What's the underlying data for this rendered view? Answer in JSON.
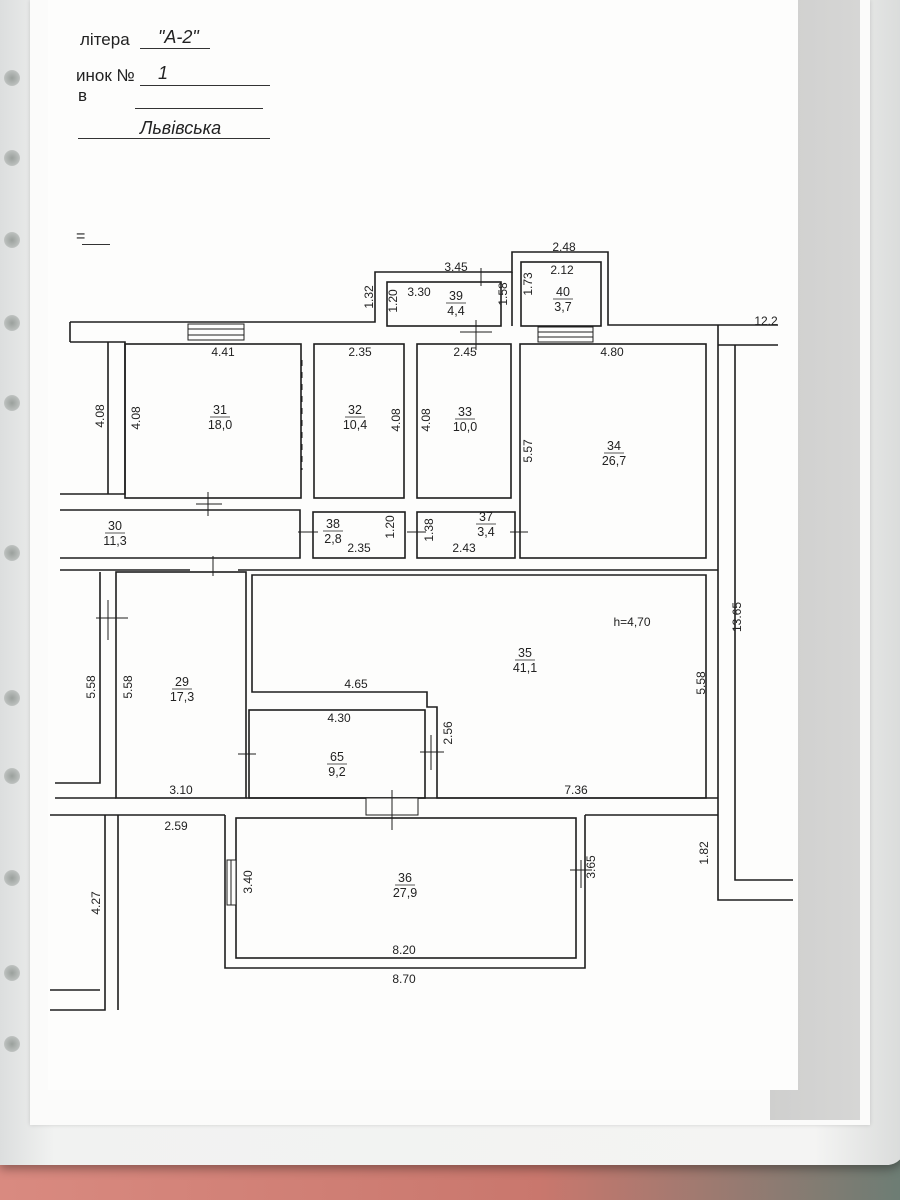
{
  "header": {
    "litera_label": "літера",
    "litera_value": "\"А-2\"",
    "nomer_label": "инок №",
    "nomer_value": "1",
    "street_prefix": "в",
    "street_value": "Львівська",
    "scale_mark": "="
  },
  "rooms": [
    {
      "id": "r31",
      "number": "31",
      "area": "18,0"
    },
    {
      "id": "r32",
      "number": "32",
      "area": "10,4"
    },
    {
      "id": "r33",
      "number": "33",
      "area": "10,0"
    },
    {
      "id": "r34",
      "number": "34",
      "area": "26,7"
    },
    {
      "id": "r30",
      "number": "30",
      "area": "11,3"
    },
    {
      "id": "r38",
      "number": "38",
      "area": "2,8"
    },
    {
      "id": "r37",
      "number": "37",
      "area": "3,4"
    },
    {
      "id": "r39",
      "number": "39",
      "area": "4,4"
    },
    {
      "id": "r40",
      "number": "40",
      "area": "3,7"
    },
    {
      "id": "r35",
      "number": "35",
      "area": "41,1"
    },
    {
      "id": "r29",
      "number": "29",
      "area": "17,3"
    },
    {
      "id": "r65",
      "number": "65",
      "area": "9,2"
    },
    {
      "id": "r36",
      "number": "36",
      "area": "27,9"
    }
  ],
  "dimensions": {
    "d_2_48": "2.48",
    "d_2_12": "2.12",
    "d_3_45": "3.45",
    "d_3_30": "3.30",
    "d_1_32": "1.32",
    "d_1_20a": "1.20",
    "d_1_58": "1.58",
    "d_1_73": "1.73",
    "d_12_2": "12.2",
    "d_4_41": "4.41",
    "d_2_35a": "2.35",
    "d_2_45": "2.45",
    "d_4_80": "4.80",
    "d_4_08a": "4.08",
    "d_4_08b": "4.08",
    "d_4_08c": "4.08",
    "d_4_08d": "4.08",
    "d_5_57": "5.57",
    "d_1_20b": "1.20",
    "d_1_38": "1.38",
    "d_2_35b": "2.35",
    "d_2_43": "2.43",
    "d_h": "h=4,70",
    "d_13_65": "13.65",
    "d_5_58a": "5.58",
    "d_5_58b": "5.58",
    "d_5_58c": "5.58",
    "d_4_65": "4.65",
    "d_4_30": "4.30",
    "d_2_56": "2.56",
    "d_3_10": "3.10",
    "d_7_36": "7.36",
    "d_2_59": "2.59",
    "d_1_82": "1.82",
    "d_4_27": "4.27",
    "d_3_40": "3.40",
    "d_3_65": "3.65",
    "d_8_20": "8.20",
    "d_8_70": "8.70"
  }
}
